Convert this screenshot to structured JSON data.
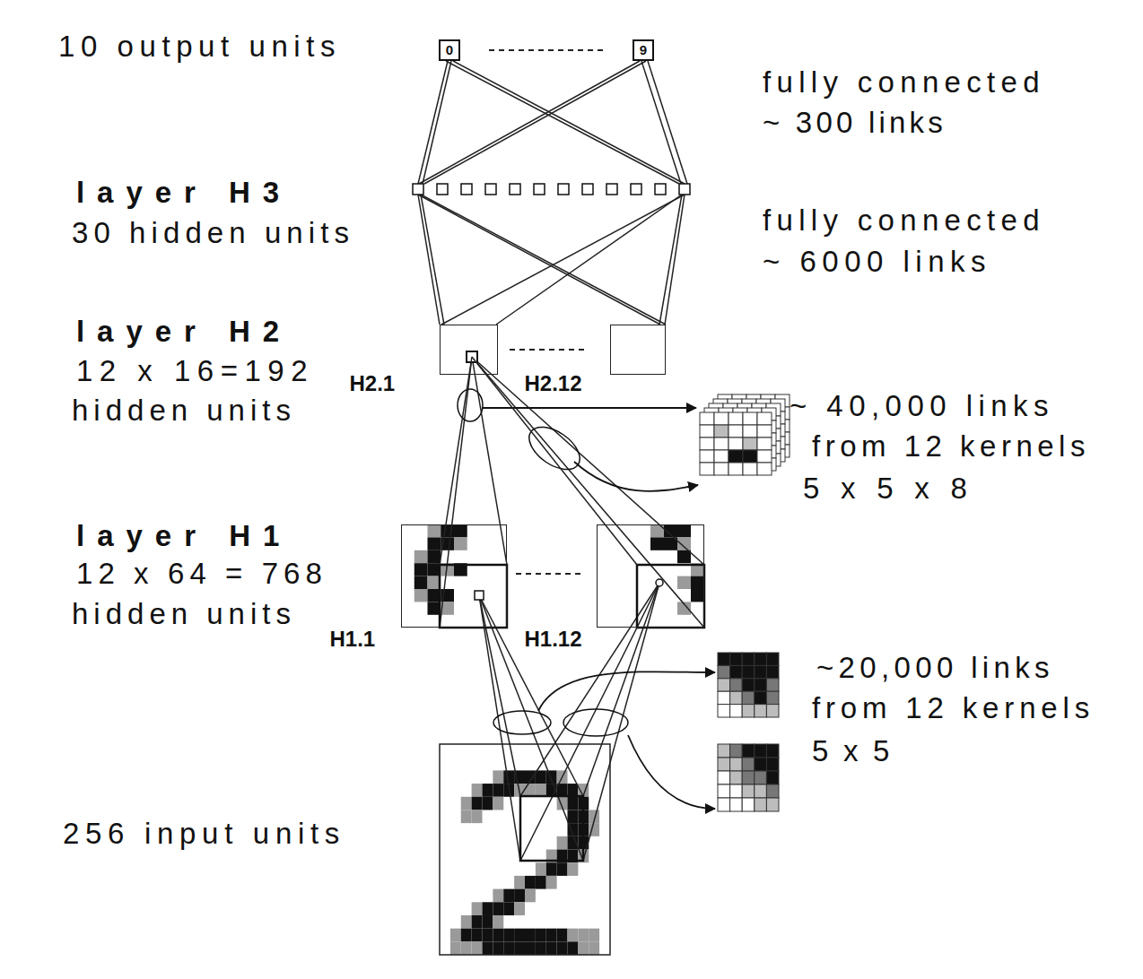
{
  "diagram": {
    "nodes": [
      {
        "text": [
          "0"
        ]
      },
      {
        "text": [
          "9"
        ]
      },
      {
        "text": [
          "H2.1"
        ]
      },
      {
        "text": [
          "H2.12"
        ]
      },
      {
        "text": [
          "H1.1"
        ]
      },
      {
        "text": [
          "H1.12"
        ]
      }
    ],
    "edges": [
      {
        "from": 2,
        "to": 4,
        "arrow": "none"
      },
      {
        "from": 2,
        "to": 5,
        "arrow": "none"
      }
    ],
    "labels": [
      "10 output units",
      "fully connected",
      "~ 300 links",
      "layer H3",
      "30 hidden units",
      "fully connected",
      "~ 6000 links",
      "layer H2",
      "12 x 16=192",
      "hidden units",
      "~ 40,000 links",
      "from 12 kernels",
      "5 x 5 x 8",
      "layer H1",
      "12 x 64 = 768",
      "hidden units",
      "~20,000 links",
      "from 12 kernels",
      "5 x 5",
      "256 input units"
    ]
  }
}
